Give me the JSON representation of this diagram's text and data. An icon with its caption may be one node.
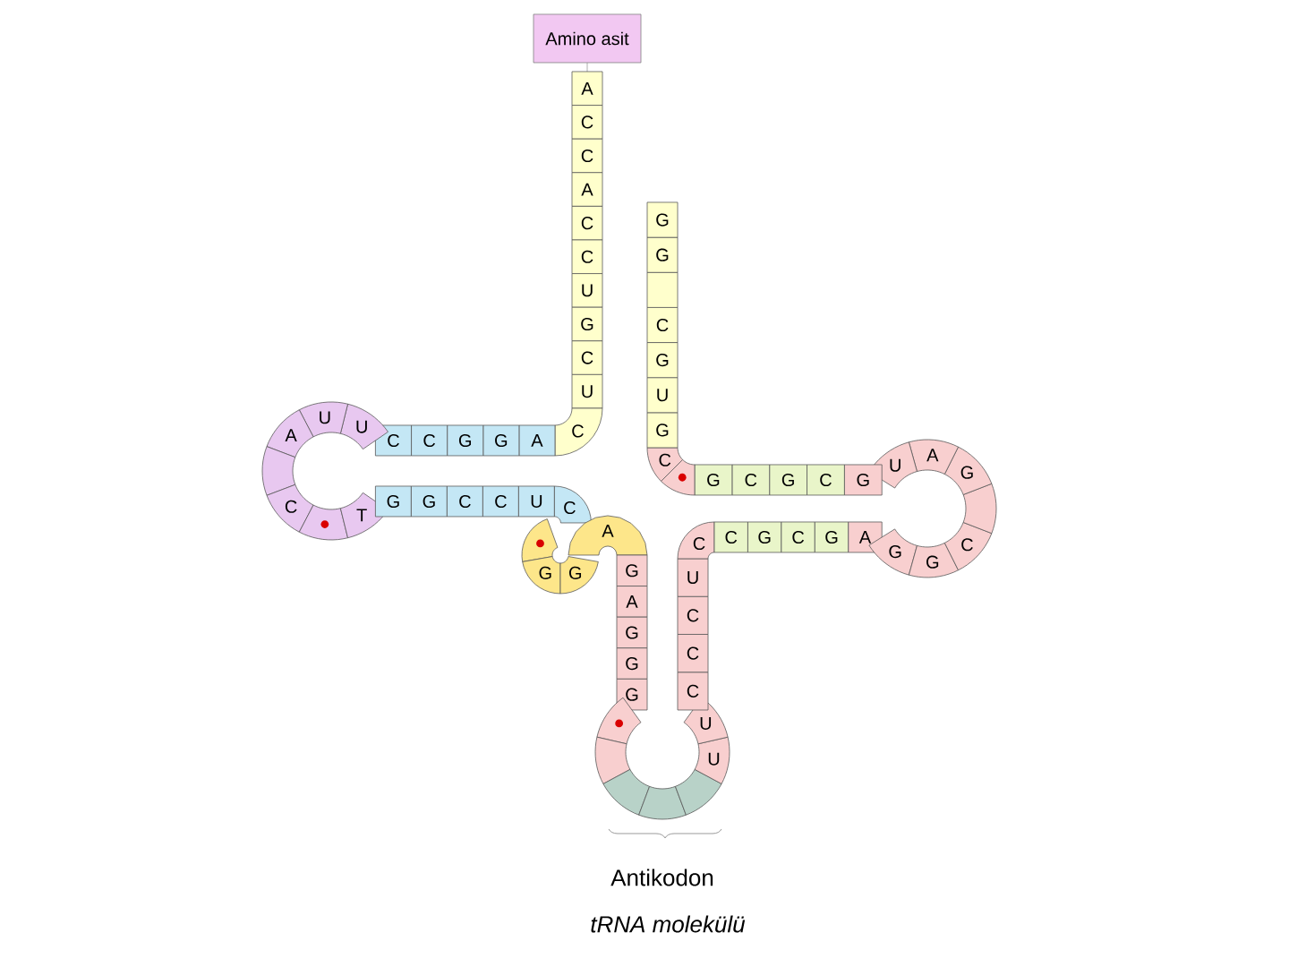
{
  "diagram": {
    "caption": "tRNA molekülü",
    "nodes": [
      {
        "text": [
          "Amino asit"
        ]
      }
    ],
    "labels": [
      "A",
      "C",
      "C",
      "A",
      "C",
      "C",
      "U",
      "G",
      "C",
      "U",
      "C",
      "A",
      "G",
      "G",
      "C",
      "C",
      "U",
      "U",
      "A",
      "C",
      "T",
      "G",
      "G",
      "C",
      "C",
      "U",
      "C",
      "G",
      "G",
      "A",
      "G",
      "A",
      "G",
      "G",
      "G",
      "U",
      "U",
      "C",
      "C",
      "C",
      "U",
      "C",
      "C",
      "G",
      "C",
      "G",
      "A",
      "G",
      "G",
      "C",
      "G",
      "A",
      "U",
      "G",
      "C",
      "G",
      "C",
      "G",
      "C",
      "G",
      "U",
      "G",
      "C",
      "G",
      "G",
      "Antikodon"
    ]
  }
}
